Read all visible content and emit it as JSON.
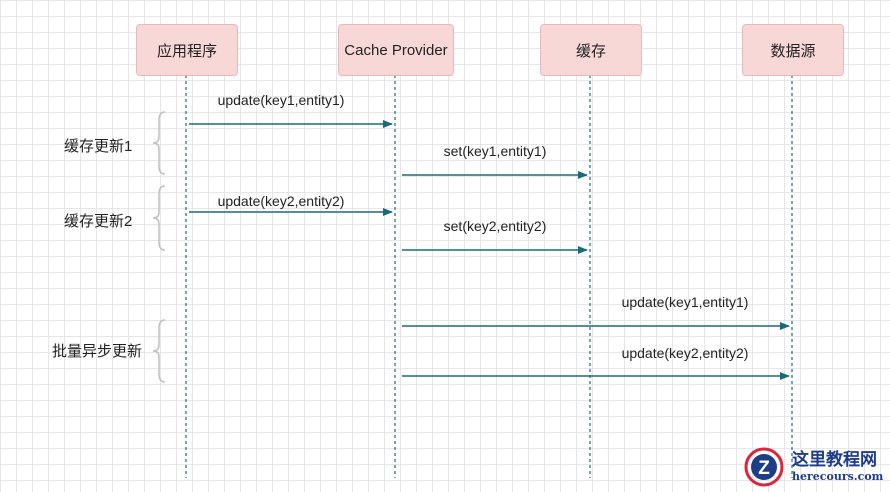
{
  "participants": [
    {
      "id": "app",
      "label": "应用程序"
    },
    {
      "id": "cache_provider",
      "label": "Cache Provider"
    },
    {
      "id": "cache",
      "label": "缓存"
    },
    {
      "id": "datasource",
      "label": "数据源"
    }
  ],
  "groups": [
    {
      "label": "缓存更新1"
    },
    {
      "label": "缓存更新2"
    },
    {
      "label": "批量异步更新"
    }
  ],
  "messages": [
    {
      "from": "app",
      "to": "cache_provider",
      "label": "update(key1,entity1)"
    },
    {
      "from": "cache_provider",
      "to": "cache",
      "label": "set(key1,entity1)"
    },
    {
      "from": "app",
      "to": "cache_provider",
      "label": "update(key2,entity2)"
    },
    {
      "from": "cache_provider",
      "to": "cache",
      "label": "set(key2,entity2)"
    },
    {
      "from": "cache_provider",
      "to": "datasource",
      "label": "update(key1,entity1)"
    },
    {
      "from": "cache_provider",
      "to": "datasource",
      "label": "update(key2,entity2)"
    }
  ],
  "watermark": {
    "title": "这里教程网",
    "subtitle": "herecours.com",
    "logo_letter": "Z"
  },
  "colors": {
    "lifeline": "#1a6b7a",
    "arrow": "#1a6b7a",
    "box_fill": "#f8d7d7",
    "box_border": "#e9b9b9",
    "brace": "#bfbfbf",
    "watermark_blue": "#1f3c88",
    "watermark_red": "#d7263d"
  }
}
